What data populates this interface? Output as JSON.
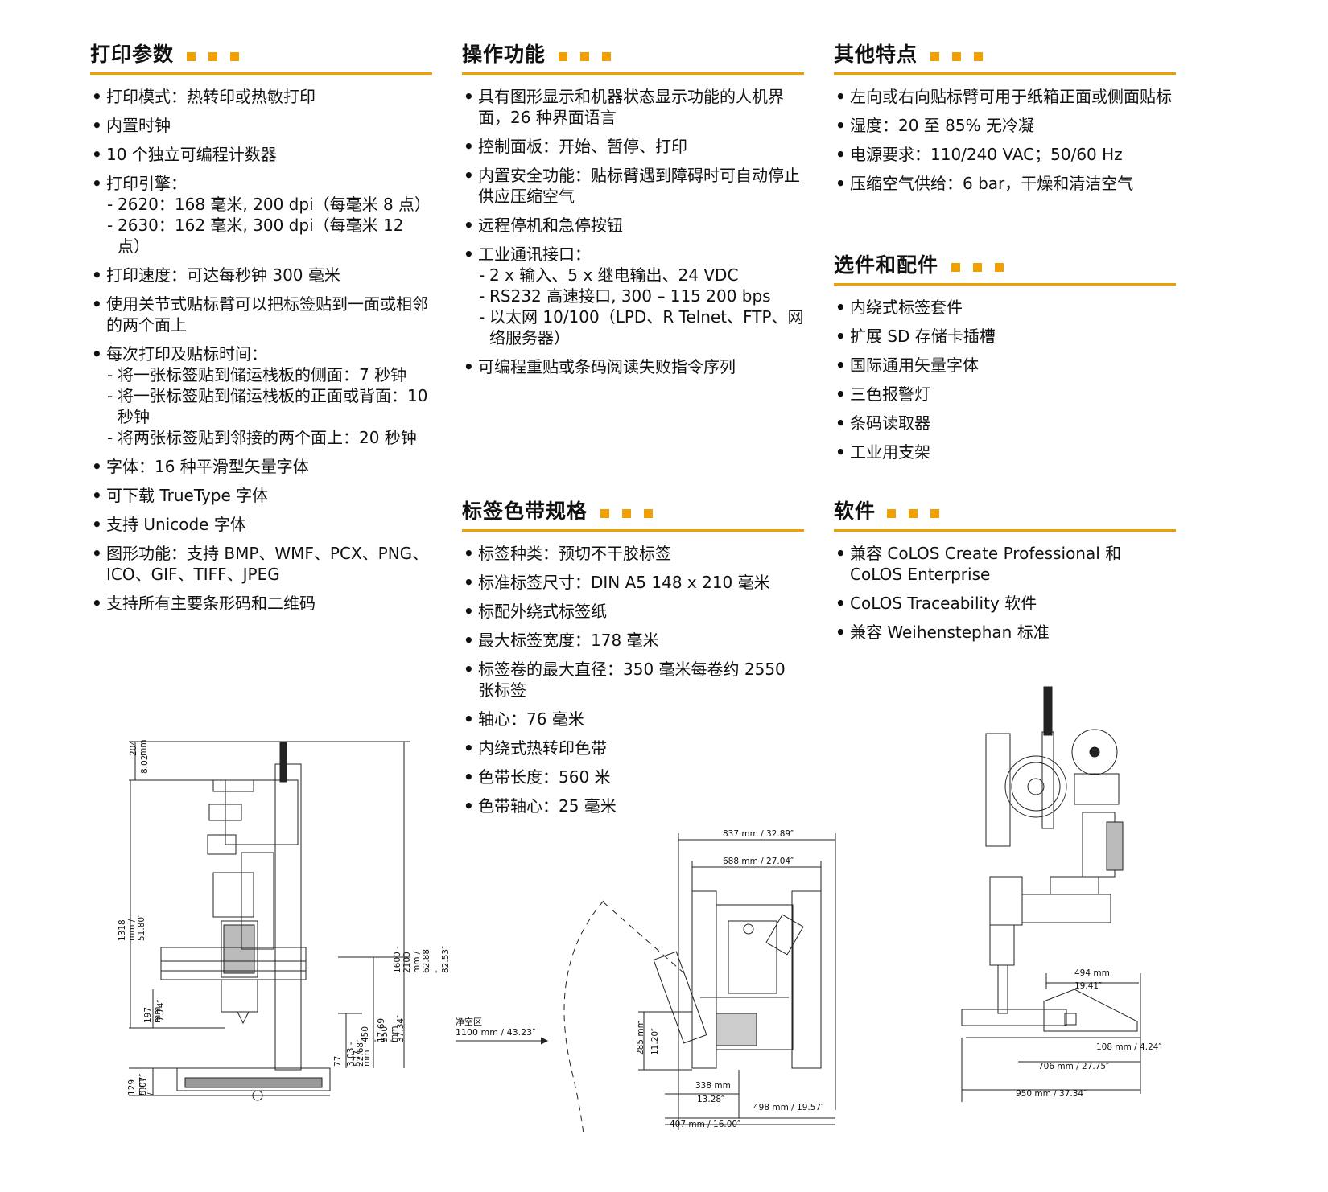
{
  "sections": {
    "print_params": {
      "title": "打印参数",
      "items": [
        {
          "text": "打印模式：热转印或热敏打印"
        },
        {
          "text": "内置时钟"
        },
        {
          "text": "10 个独立可编程计数器"
        },
        {
          "text": "打印引擎：",
          "subs": [
            "2620：168 毫米, 200 dpi（每毫米 8 点）",
            "2630：162 毫米, 300 dpi（每毫米 12 点）"
          ]
        },
        {
          "text": "打印速度：可达每秒钟 300 毫米"
        },
        {
          "text": "使用关节式贴标臂可以把标签贴到一面或相邻的两个面上"
        },
        {
          "text": "每次打印及贴标时间：",
          "subs": [
            "将一张标签贴到储运栈板的侧面：7 秒钟",
            "将一张标签贴到储运栈板的正面或背面：10 秒钟",
            "将两张标签贴到邻接的两个面上：20 秒钟"
          ]
        },
        {
          "text": "字体：16 种平滑型矢量字体"
        },
        {
          "text": "可下载 TrueType 字体"
        },
        {
          "text": "支持 Unicode 字体"
        },
        {
          "text": "图形功能：支持 BMP、WMF、PCX、PNG、ICO、GIF、TIFF、JPEG"
        },
        {
          "text": "支持所有主要条形码和二维码"
        }
      ]
    },
    "operation": {
      "title": "操作功能",
      "items": [
        {
          "text": "具有图形显示和机器状态显示功能的人机界面，26 种界面语言"
        },
        {
          "text": "控制面板：开始、暂停、打印"
        },
        {
          "text": "内置安全功能：贴标臂遇到障碍时可自动停止供应压缩空气"
        },
        {
          "text": "远程停机和急停按钮"
        },
        {
          "text": "工业通讯接口：",
          "subs": [
            "2 x 输入、5 x 继电输出、24 VDC",
            "RS232 高速接口, 300 – 115 200 bps",
            "以太网 10/100（LPD、R Telnet、FTP、网络服务器）"
          ]
        },
        {
          "text": "可编程重贴或条码阅读失败指令序列"
        }
      ]
    },
    "other": {
      "title": "其他特点",
      "items": [
        {
          "text": "左向或右向贴标臂可用于纸箱正面或侧面贴标"
        },
        {
          "text": "湿度：20 至 85% 无冷凝"
        },
        {
          "text": "电源要求：110/240 VAC；50/60 Hz"
        },
        {
          "text": "压缩空气供给：6 bar，干燥和清洁空气"
        }
      ]
    },
    "options": {
      "title": "选件和配件",
      "items": [
        {
          "text": "内绕式标签套件"
        },
        {
          "text": "扩展 SD 存储卡插槽"
        },
        {
          "text": "国际通用矢量字体"
        },
        {
          "text": "三色报警灯"
        },
        {
          "text": "条码读取器"
        },
        {
          "text": "工业用支架"
        }
      ]
    },
    "label_ribbon": {
      "title": "标签色带规格",
      "items": [
        {
          "text": "标签种类：预切不干胶标签"
        },
        {
          "text": "标准标签尺寸：DIN A5 148 x 210 毫米"
        },
        {
          "text": "标配外绕式标签纸"
        },
        {
          "text": "最大标签宽度：178 毫米"
        },
        {
          "text": "标签卷的最大直径：350 毫米每卷约 2550 张标签"
        },
        {
          "text": "轴心：76 毫米"
        },
        {
          "text": "内绕式热转印色带"
        },
        {
          "text": "色带长度：560 米"
        },
        {
          "text": "色带轴心：25 毫米"
        }
      ]
    },
    "software": {
      "title": "软件",
      "items": [
        {
          "text": "兼容 CoLOS Create Professional 和 CoLOS Enterprise"
        },
        {
          "text": "CoLOS Traceability 软件"
        },
        {
          "text": "兼容 Weihenstephan 标准"
        }
      ]
    }
  },
  "drawings": {
    "left": {
      "dims": [
        "204 mm",
        "8.02″",
        "1318 mm / 51.80″",
        "197 mm",
        "7.74″",
        "129 mm /",
        "5.07″",
        "77 - 577 mm",
        "3.03 - 22.68″",
        "450 - 950 mm",
        "17.69 - 37.34″",
        "1600 - 2100 mm / 62.88 - 82.53″"
      ]
    },
    "middle": {
      "clearance_label": "净空区",
      "clearance_value": "1100 mm / 43.23″",
      "dims": [
        "837 mm / 32.89″",
        "688 mm / 27.04″",
        "285 mm",
        "11.20″",
        "338 mm",
        "13.28″",
        "498 mm / 19.57″",
        "407 mm / 16.00″"
      ]
    },
    "right": {
      "dims": [
        "494 mm",
        "19.41″",
        "108 mm / 4.24″",
        "706 mm / 27.75″",
        "950 mm / 37.34″"
      ]
    }
  },
  "colors": {
    "accent": "#f0a000",
    "text": "#111111",
    "drawing": "#222222"
  }
}
